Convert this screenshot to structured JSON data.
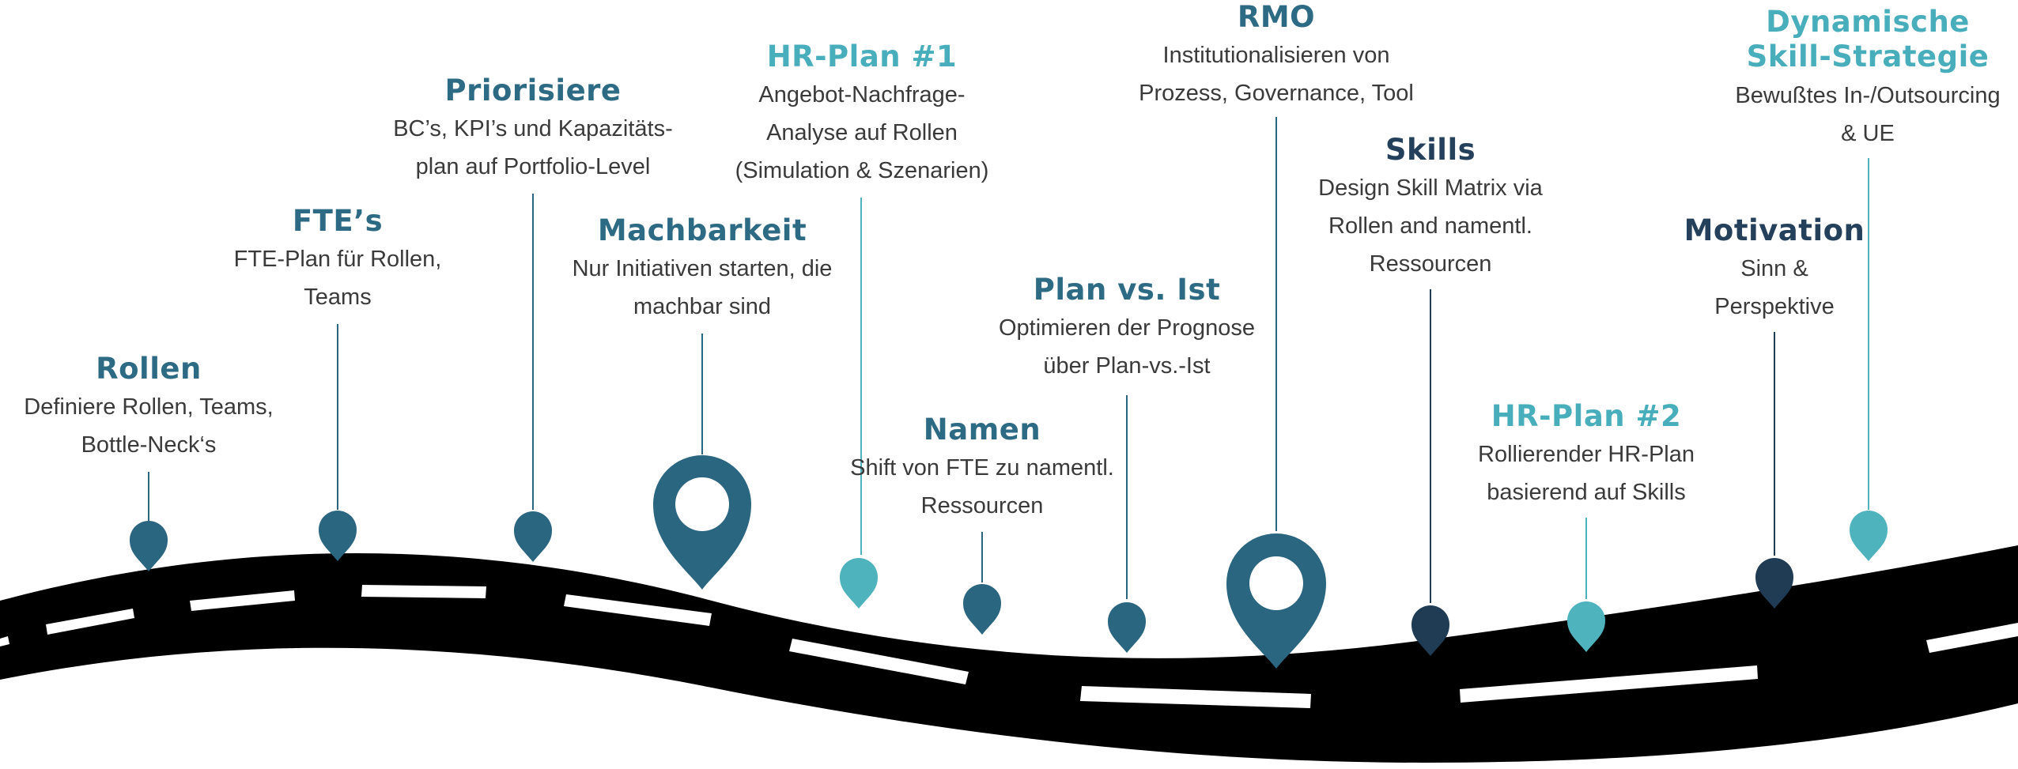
{
  "colors": {
    "road": "#000000",
    "lane_marking": "#ffffff",
    "pin_blue": "#2b6680",
    "pin_teal": "#4fb3bd",
    "pin_navy": "#1f3c54",
    "title_blue": "#2d6a84",
    "title_teal": "#49aebb",
    "title_navy": "#24405a",
    "text_gray": "#3a3a3a"
  },
  "milestones": [
    {
      "id": "rollen",
      "title": "Rollen",
      "description": "Definiere Rollen, Teams,\nBottle-Neck‘s",
      "icon": "map-pin-icon"
    },
    {
      "id": "ftes",
      "title": "FTE’s",
      "description": "FTE-Plan für Rollen,\nTeams",
      "icon": "map-pin-icon"
    },
    {
      "id": "priorisiere",
      "title": "Priorisiere",
      "description": "BC’s, KPI’s und Kapazitäts-\nplan auf Portfolio-Level",
      "icon": "map-pin-icon"
    },
    {
      "id": "machbarkeit",
      "title": "Machbarkeit",
      "description": "Nur Initiativen starten, die\nmachbar sind",
      "icon": "map-pin-ring-icon"
    },
    {
      "id": "hrplan1",
      "title": "HR-Plan #1",
      "description": "Angebot-Nachfrage-\nAnalyse auf Rollen\n(Simulation & Szenarien)",
      "icon": "map-pin-icon"
    },
    {
      "id": "namen",
      "title": "Namen",
      "description": "Shift von FTE zu namentl.\nRessourcen",
      "icon": "map-pin-icon"
    },
    {
      "id": "planvsist",
      "title": "Plan vs. Ist",
      "description": "Optimieren der Prognose\nüber Plan-vs.-Ist",
      "icon": "map-pin-icon"
    },
    {
      "id": "rmo",
      "title": "RMO",
      "description": "Institutionalisieren von\nProzess, Governance, Tool",
      "icon": "map-pin-ring-icon"
    },
    {
      "id": "skills",
      "title": "Skills",
      "description": "Design Skill Matrix via\nRollen and namentl.\nRessourcen",
      "icon": "map-pin-icon"
    },
    {
      "id": "hrplan2",
      "title": "HR-Plan #2",
      "description": "Rollierender HR-Plan\nbasierend auf Skills",
      "icon": "map-pin-icon"
    },
    {
      "id": "motivation",
      "title": "Motivation",
      "description": "Sinn &\nPerspektive",
      "icon": "map-pin-icon"
    },
    {
      "id": "dynamische",
      "title": "Dynamische\nSkill-Strategie",
      "description": "Bewußtes In-/Outsourcing\n& UE",
      "icon": "map-pin-icon"
    }
  ]
}
